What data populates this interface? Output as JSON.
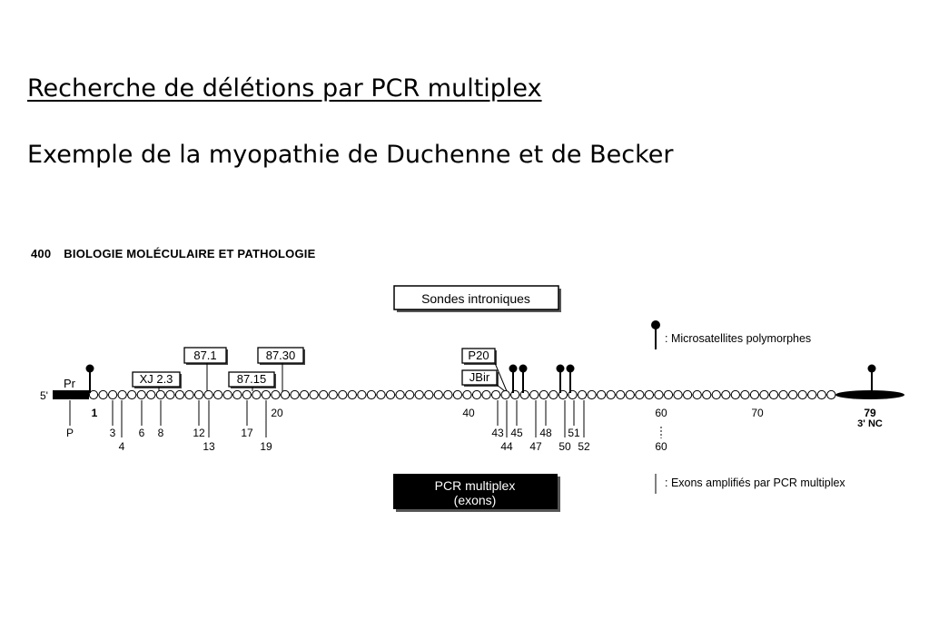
{
  "slide": {
    "title": "Recherche de délétions par PCR multiplex",
    "subtitle": "Exemple de la myopathie de Duchenne et de Becker"
  },
  "book_header": {
    "page_number": "400",
    "running_title": "BIOLOGIE MOLÉCULAIRE ET PATHOLOGIE"
  },
  "diagram": {
    "five_prime_label": "5'",
    "promoter_label": "Pr",
    "sondes_label": "Sondes introniques",
    "pcr_label_line1": "PCR multiplex",
    "pcr_label_line2": "(exons)",
    "legend_microsat": ": Microsatellites polymorphes",
    "legend_exons": ": Exons amplifiés par PCR multiplex",
    "exon_count": 79,
    "three_prime_nc_label": "3' NC",
    "probes": [
      {
        "label": "XJ 2.3",
        "exon": 7
      },
      {
        "label": "87.1",
        "exon": 12
      },
      {
        "label": "87.15",
        "exon": 18
      },
      {
        "label": "87.30",
        "exon": 20
      },
      {
        "label": "P20",
        "exon": 43
      },
      {
        "label": "JBir",
        "exon": 44
      }
    ],
    "microsatellite_positions": [
      "P",
      45,
      46,
      50,
      51,
      79
    ],
    "tick_labels_above": [
      {
        "text": "1",
        "exon": 1
      },
      {
        "text": "20",
        "exon": 20
      },
      {
        "text": "40",
        "exon": 40
      },
      {
        "text": "60",
        "exon": 60
      },
      {
        "text": "70",
        "exon": 70
      },
      {
        "text": "79",
        "exon": 79
      }
    ],
    "amplified_exons_row1": [
      {
        "text": "P"
      },
      {
        "text": "3"
      },
      {
        "text": "6"
      },
      {
        "text": "8"
      },
      {
        "text": "12"
      },
      {
        "text": "17"
      },
      {
        "text": "43"
      },
      {
        "text": "45"
      },
      {
        "text": "48"
      },
      {
        "text": "51"
      }
    ],
    "amplified_exons_row2": [
      {
        "text": "4"
      },
      {
        "text": "13"
      },
      {
        "text": "19"
      },
      {
        "text": "44"
      },
      {
        "text": "47"
      },
      {
        "text": "50"
      },
      {
        "text": "52"
      },
      {
        "text": "60"
      }
    ]
  }
}
